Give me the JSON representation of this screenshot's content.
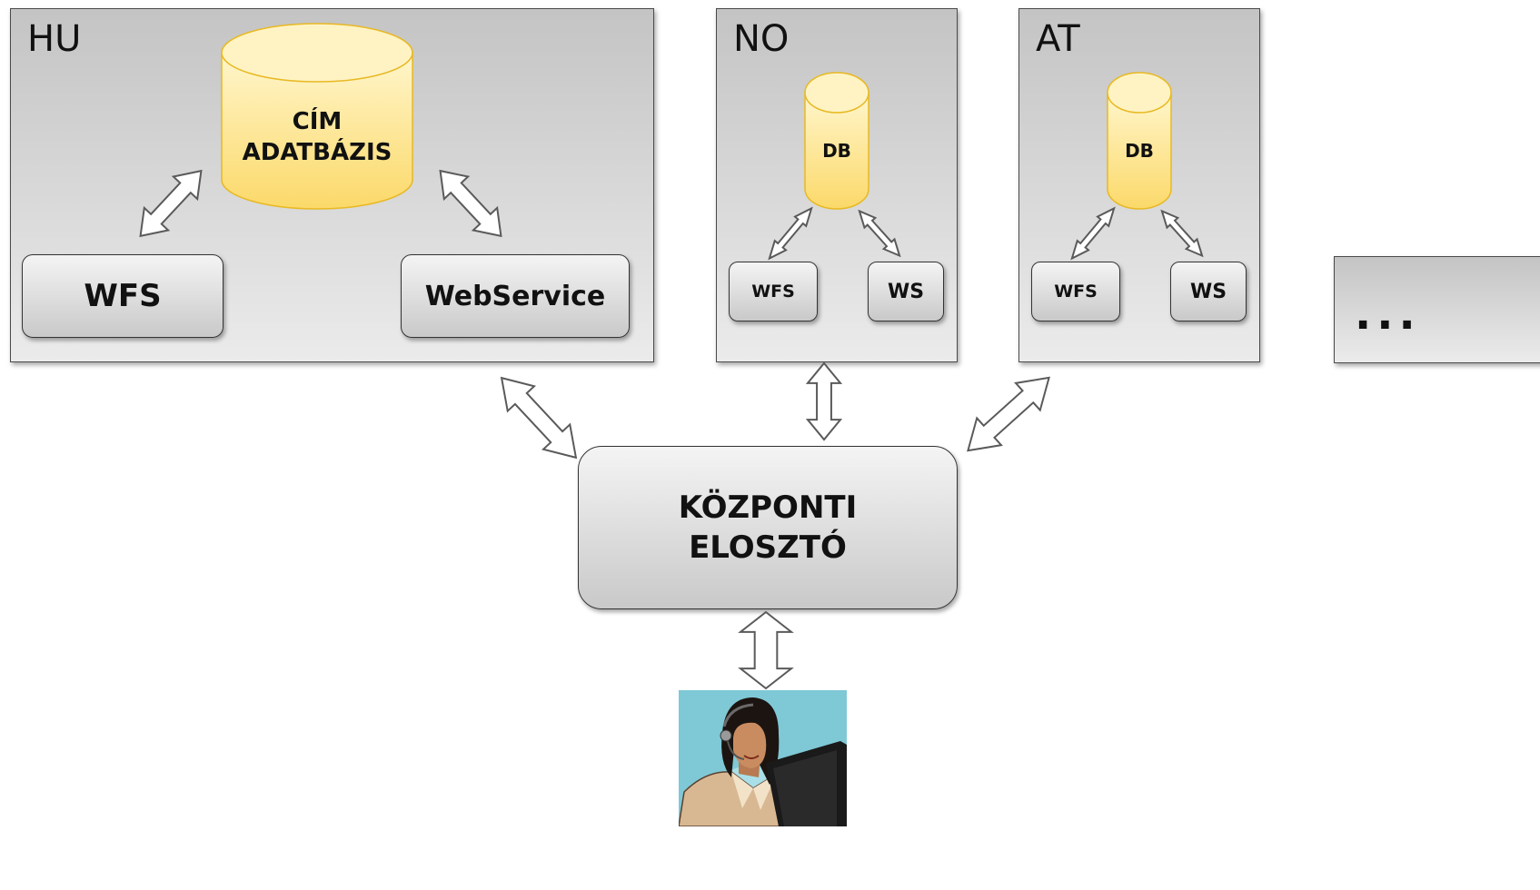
{
  "regions": {
    "hu": {
      "code": "HU",
      "db_line1": "CÍM",
      "db_line2": "ADATBÁZIS",
      "wfs": "WFS",
      "ws": "WebService"
    },
    "no": {
      "code": "NO",
      "db": "DB",
      "wfs": "WFS",
      "ws": "WS"
    },
    "at": {
      "code": "AT",
      "db": "DB",
      "wfs": "WFS",
      "ws": "WS"
    },
    "more": "..."
  },
  "center": {
    "line1": "KÖZPONTI",
    "line2": "ELOSZTÓ"
  },
  "colors": {
    "panel_border": "#4a4a4a",
    "cylinder_fill": "#fde79a",
    "cylinder_stroke": "#e8b923",
    "avatar_bg": "#7fc8d6"
  },
  "icons": {
    "user": "operator-headset-icon"
  }
}
